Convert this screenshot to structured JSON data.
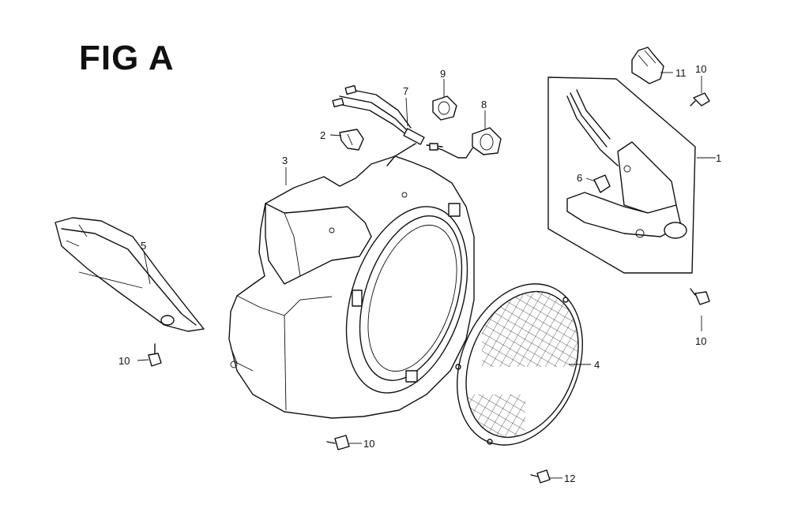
{
  "title": "FIG A",
  "callouts": [
    {
      "id": "c1",
      "text": "1"
    },
    {
      "id": "c2",
      "text": "2"
    },
    {
      "id": "c3",
      "text": "3"
    },
    {
      "id": "c4",
      "text": "4"
    },
    {
      "id": "c5",
      "text": "5"
    },
    {
      "id": "c6",
      "text": "6"
    },
    {
      "id": "c7",
      "text": "7"
    },
    {
      "id": "c8",
      "text": "8"
    },
    {
      "id": "c9",
      "text": "9"
    },
    {
      "id": "c10a",
      "text": "10"
    },
    {
      "id": "c10b",
      "text": "10"
    },
    {
      "id": "c10c",
      "text": "10"
    },
    {
      "id": "c10d",
      "text": "10"
    },
    {
      "id": "c11",
      "text": "11"
    },
    {
      "id": "c12",
      "text": "12"
    }
  ]
}
